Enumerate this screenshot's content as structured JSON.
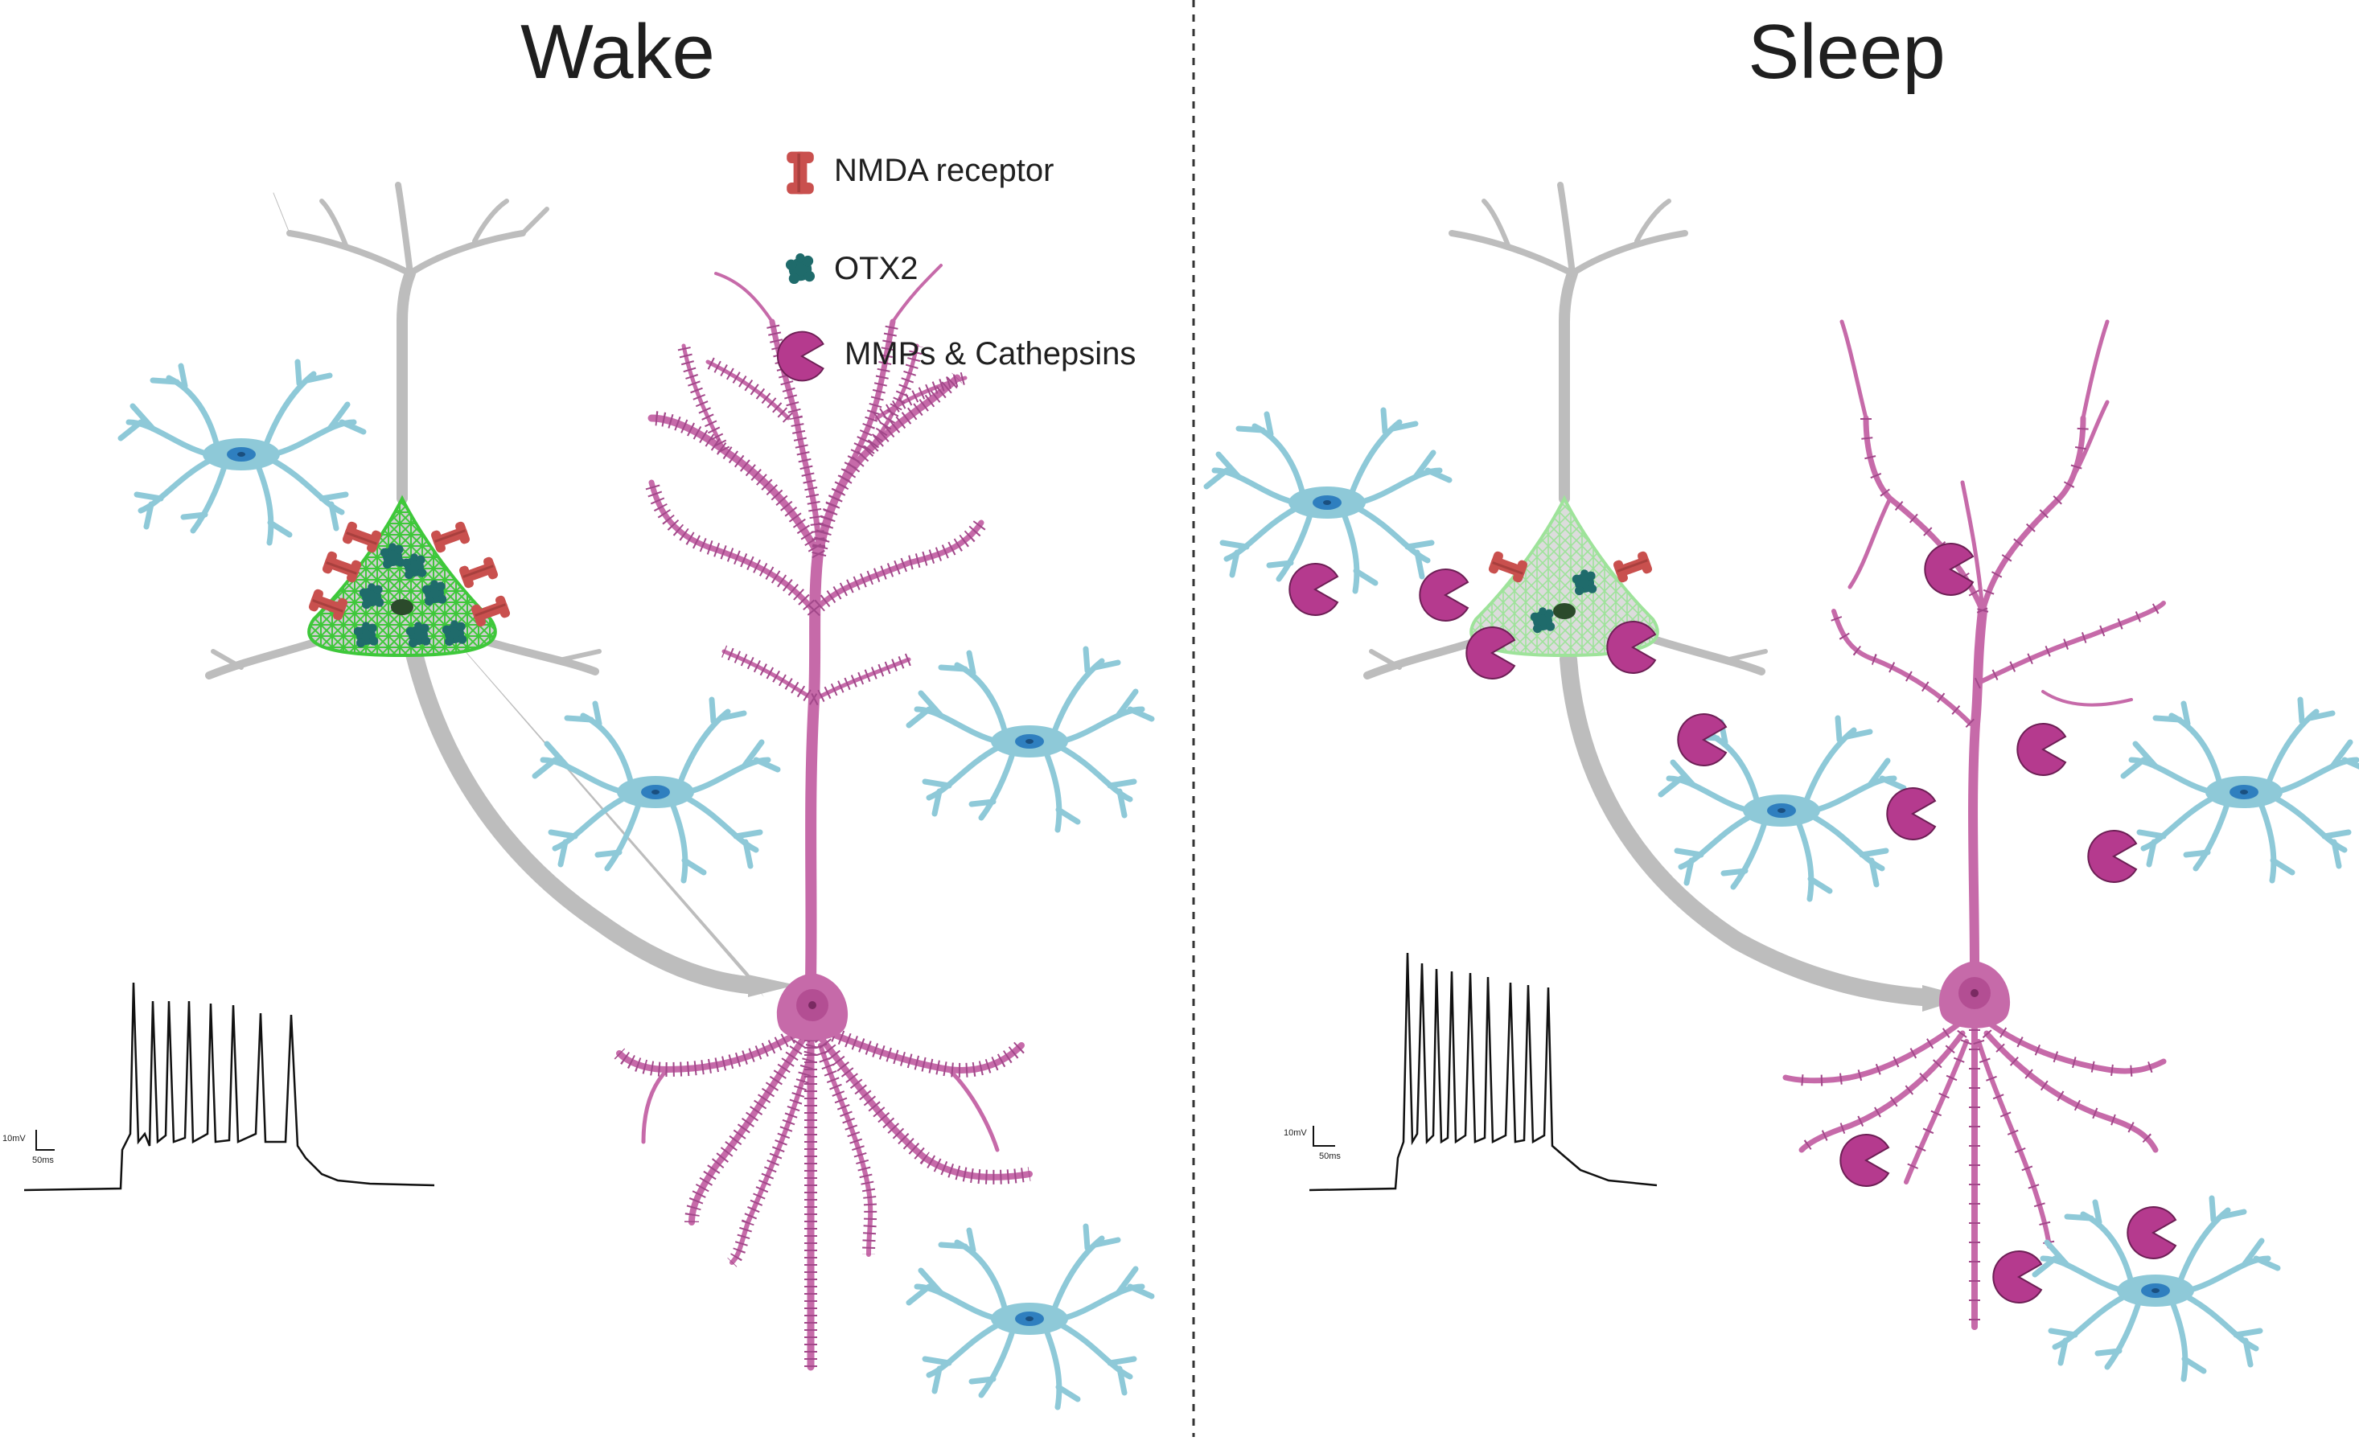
{
  "panels": {
    "wake": {
      "title": "Wake"
    },
    "sleep": {
      "title": "Sleep"
    }
  },
  "legend": {
    "nmda": "NMDA receptor",
    "otx2": "OTX2",
    "mmps": "MMPs & Cathepsins"
  },
  "scale_bars": {
    "voltage": "10mV",
    "time": "50ms"
  },
  "colors": {
    "pv_neuron": "#bdbdbd",
    "pyramidal": "#c66aa9",
    "astrocyte": "#8ec9d8",
    "astrocyte_nucleus": "#2f7fbf",
    "pnn_net": "#3ec83a",
    "pnn_net_degraded": "#9ee39a",
    "nmda_receptor": "#c9504e",
    "otx2": "#1f6b6b",
    "mmp": "#b53a8e",
    "trace": "#111111"
  }
}
